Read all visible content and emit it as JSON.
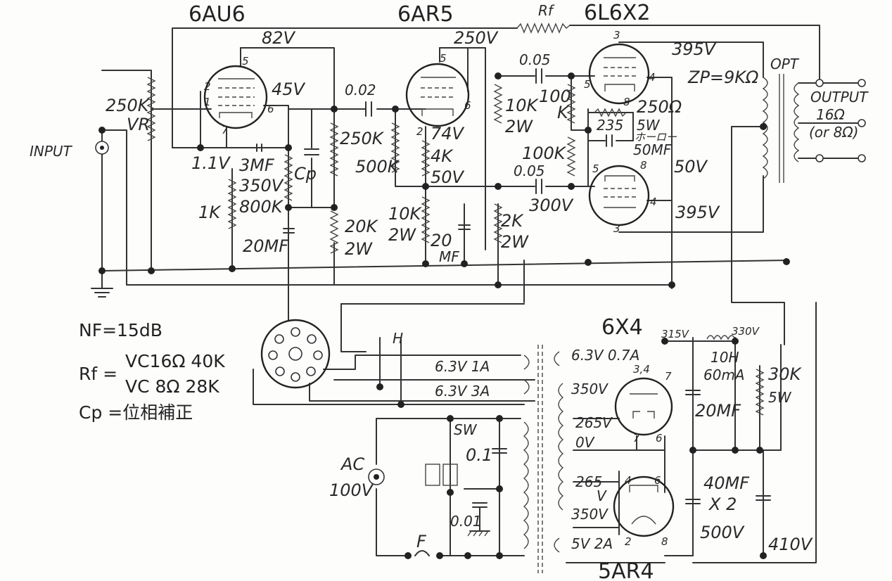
{
  "tubes": {
    "v1": "6AU6",
    "v2": "6AR5",
    "v3": "6L6X2",
    "rect1": "6X4",
    "rect2": "5AR4"
  },
  "labels": {
    "rf": "Rf",
    "input": "INPUT",
    "opt": "OPT",
    "output": "OUTPUT",
    "imp16": "16Ω",
    "imp8": "(or 8Ω)",
    "zp": "ZP=9KΩ",
    "ac": "AC",
    "ac_v": "100V",
    "sw": "SW",
    "fuse": "F",
    "heater_h": "H",
    "cp": "Cp",
    "vr_250k": "250K",
    "vr": "VR",
    "hollow": "ホーロー"
  },
  "voltages": {
    "v82": "82V",
    "v45": "45V",
    "v1_1": "1.1V",
    "v250": "250V",
    "v74": "74V",
    "v50_a": "50V",
    "v395_top": "395V",
    "v395_bot": "395V",
    "v50_b": "50V",
    "v300": "300V",
    "v315": "315V",
    "v330": "330V",
    "v410": "410V"
  },
  "components": {
    "c002": "0.02",
    "c005_top": "0.05",
    "c005_bot": "0.05",
    "r_250k": "250K",
    "r_500k": "500K",
    "r_10k_2w_a": "10K",
    "r_10k_2w_a2": "2W",
    "r_100k_top": "100",
    "r_100k_top2": "K",
    "r_100k_bot": "100K",
    "r_250ohm": "250Ω",
    "r_235": "235",
    "r_5w": "5W",
    "c_50mf": "50MF",
    "c_3mf": "3MF",
    "c_350v": "350V",
    "r_800k": "800K",
    "r_1k": "1K",
    "c_20mf_a": "20MF",
    "r_20k": "20K",
    "r_20k2": "2W",
    "r_4k": "4K",
    "r_10k_b": "10K",
    "r_10k_b2": "2W",
    "c_20_b": "20",
    "c_20_b2": "MF",
    "r_2k": "2K",
    "r_2k2": "2W",
    "heater_63_1a": "6.3V 1A",
    "heater_63_3a": "6.3V 3A",
    "heater_63_07a": "6.3V 0.7A",
    "sec_350a": "350V",
    "sec_265a": "265V",
    "sec_0v": "0V",
    "sec_265b": "265",
    "sec_265b2": "V",
    "sec_350b": "350V",
    "sec_5v": "5V 2A",
    "choke_10h": "10H",
    "choke_60ma": "60mA",
    "c_20mf_c": "20MF",
    "r_30k": "30K",
    "r_30k2": "5W",
    "c_40mf": "40MF",
    "c_x2": "X 2",
    "c_500v": "500V",
    "c_01": "0.1",
    "c_001": "0.01"
  },
  "pins": {
    "p5a": "5",
    "p2a": "2",
    "p1a": "1",
    "p6a": "6",
    "p7a": "7",
    "p5b": "5",
    "p6b": "6",
    "p2b": "2",
    "p3a": "3",
    "p5c": "5",
    "p4a": "4",
    "p8a": "8",
    "p5d": "5",
    "p8b": "8",
    "p4b": "4",
    "p3b": "3",
    "p34": "3,4",
    "p7c": "7",
    "p7d": "7",
    "p6c": "6",
    "p4c": "4",
    "p6d": "6",
    "p2c": "2",
    "p8c": "8"
  },
  "notes": {
    "nf": "NF=15dB",
    "rf_label": "Rf =",
    "rf_16": "VC16Ω 40K",
    "rf_8": "VC 8Ω 28K",
    "cp_note": "Cp =位相補正"
  }
}
